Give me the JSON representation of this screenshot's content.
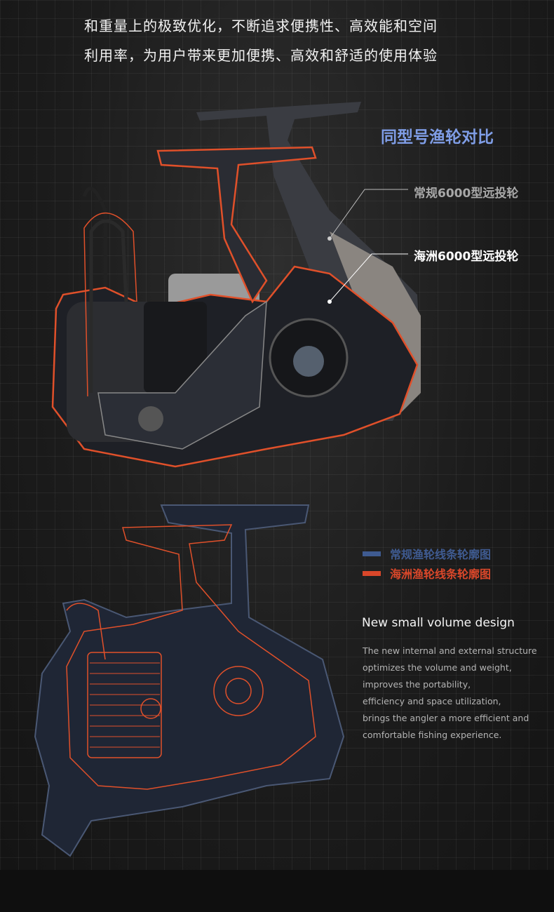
{
  "intro": {
    "lines": [
      "和重量上的极致优化，不断追求便携性、高效能和空间",
      "利用率，为用户带来更加便携、高效和舒适的使用体验"
    ]
  },
  "comparison": {
    "title": "同型号渔轮对比",
    "standard_label": "常规6000型远投轮",
    "haizhou_label": "海洲6000型远投轮"
  },
  "legend": [
    {
      "label": "常规渔轮线条轮廓图",
      "color": "#3f5b91"
    },
    {
      "label": "海洲渔轮线条轮廓图",
      "color": "#d9472a"
    }
  ],
  "feature": {
    "title": "New small volume design",
    "lines": [
      "The new internal and external structure",
      "optimizes the volume and weight,",
      "improves the portability,",
      "efficiency and space utilization,",
      "brings the angler a more efficient and",
      "comfortable fishing experience."
    ]
  }
}
